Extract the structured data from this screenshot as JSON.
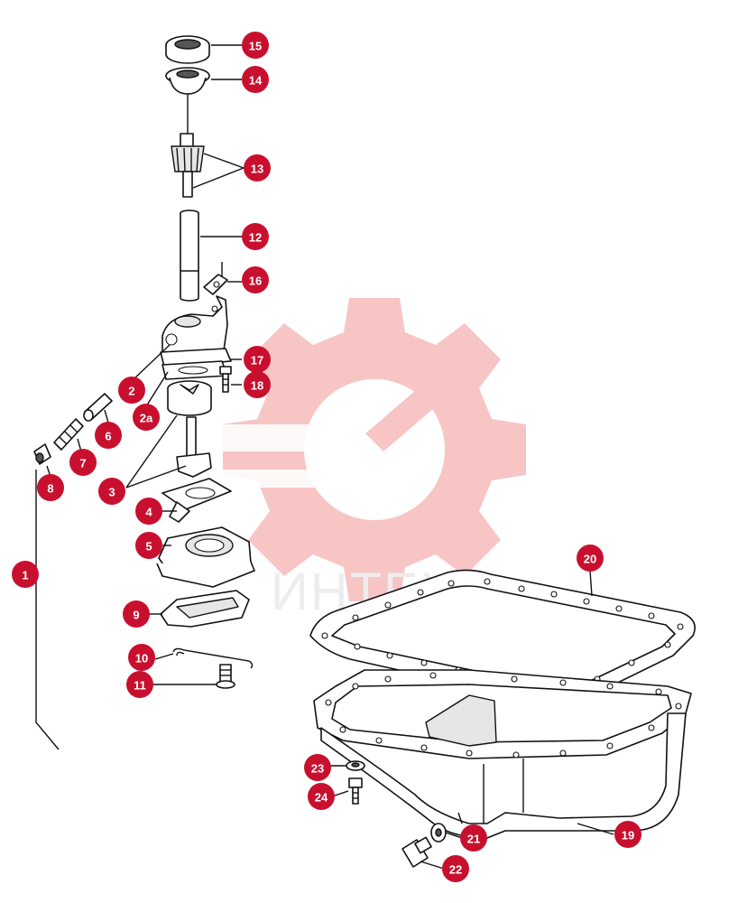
{
  "watermark": {
    "text": "ИНТЕХ",
    "color": "#f4b6b6"
  },
  "callout_color": "#c8102e",
  "callouts": [
    {
      "id": "c15",
      "label": "15"
    },
    {
      "id": "c14",
      "label": "14"
    },
    {
      "id": "c13",
      "label": "13"
    },
    {
      "id": "c12",
      "label": "12"
    },
    {
      "id": "c16",
      "label": "16"
    },
    {
      "id": "c17",
      "label": "17"
    },
    {
      "id": "c18",
      "label": "18"
    },
    {
      "id": "c2",
      "label": "2"
    },
    {
      "id": "c2a",
      "label": "2a"
    },
    {
      "id": "c6",
      "label": "6"
    },
    {
      "id": "c7",
      "label": "7"
    },
    {
      "id": "c8",
      "label": "8"
    },
    {
      "id": "c3",
      "label": "3"
    },
    {
      "id": "c4",
      "label": "4"
    },
    {
      "id": "c5",
      "label": "5"
    },
    {
      "id": "c1",
      "label": "1"
    },
    {
      "id": "c9",
      "label": "9"
    },
    {
      "id": "c10",
      "label": "10"
    },
    {
      "id": "c11",
      "label": "11"
    },
    {
      "id": "c20",
      "label": "20"
    },
    {
      "id": "c23",
      "label": "23"
    },
    {
      "id": "c24",
      "label": "24"
    },
    {
      "id": "c21",
      "label": "21"
    },
    {
      "id": "c19",
      "label": "19"
    },
    {
      "id": "c22",
      "label": "22"
    }
  ]
}
